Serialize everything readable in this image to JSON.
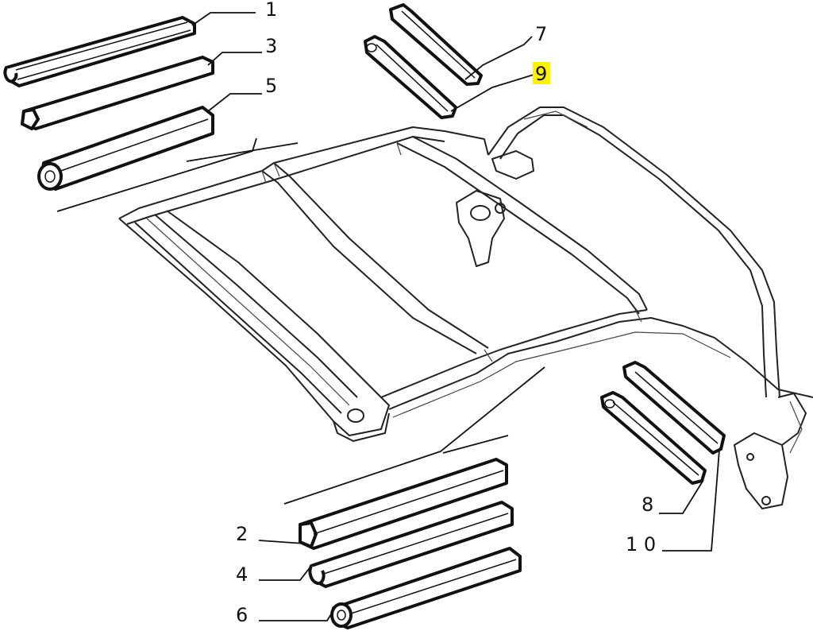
{
  "diagram": {
    "callouts": [
      {
        "id": "1",
        "text": "1",
        "highlighted": false
      },
      {
        "id": "2",
        "text": "2",
        "highlighted": false
      },
      {
        "id": "3",
        "text": "3",
        "highlighted": false
      },
      {
        "id": "4",
        "text": "4",
        "highlighted": false
      },
      {
        "id": "5",
        "text": "5",
        "highlighted": false
      },
      {
        "id": "6",
        "text": "6",
        "highlighted": false
      },
      {
        "id": "7",
        "text": "7",
        "highlighted": false
      },
      {
        "id": "8",
        "text": "8",
        "highlighted": false
      },
      {
        "id": "9",
        "text": "9",
        "highlighted": true
      },
      {
        "id": "10",
        "text": "1 0",
        "highlighted": false
      }
    ],
    "colors": {
      "line": "#111111",
      "highlight": "#fff200",
      "background": "#ffffff"
    }
  }
}
